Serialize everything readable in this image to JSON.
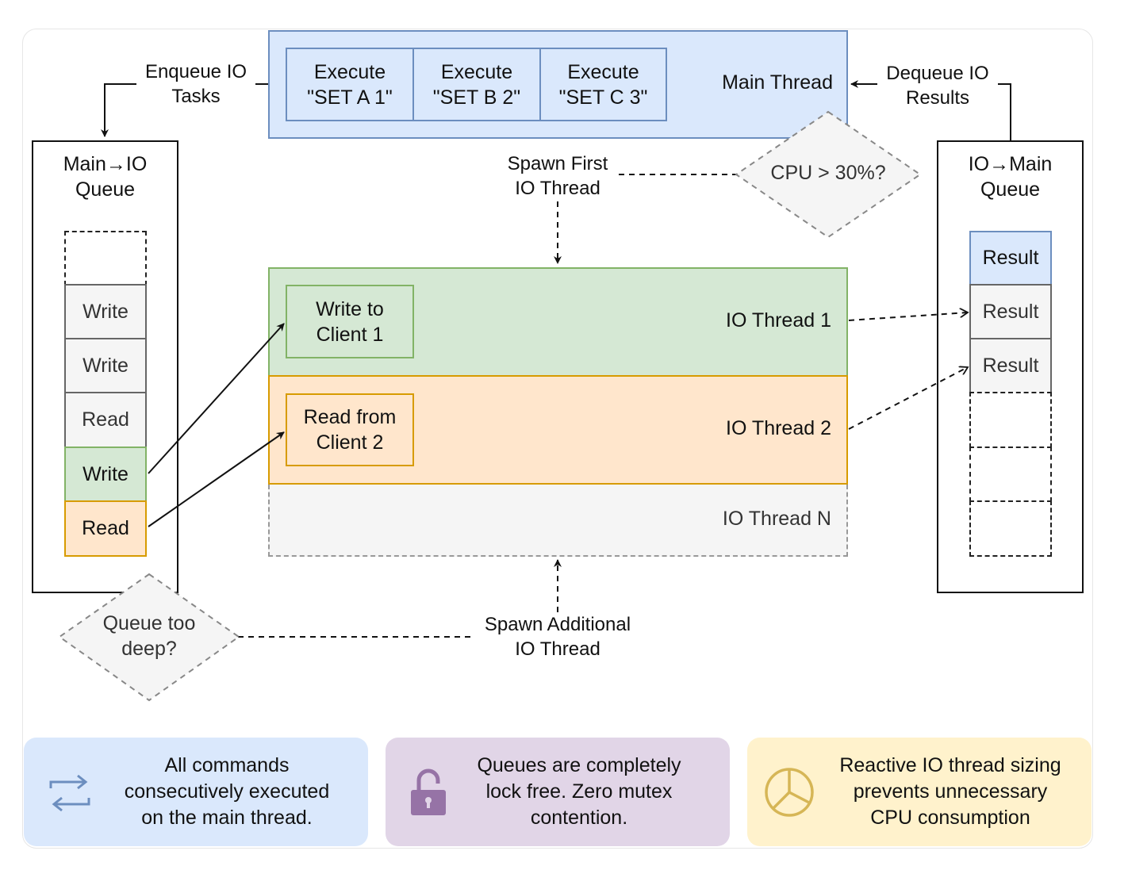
{
  "main_thread": {
    "label": "Main Thread",
    "tasks": [
      {
        "line1": "Execute",
        "line2": "\"SET A 1\""
      },
      {
        "line1": "Execute",
        "line2": "\"SET B 2\""
      },
      {
        "line1": "Execute",
        "line2": "\"SET C 3\""
      }
    ]
  },
  "left_queue": {
    "title_line1": "Main→IO",
    "title_line2": "Queue",
    "items": [
      "Write",
      "Write",
      "Read",
      "Write",
      "Read"
    ]
  },
  "right_queue": {
    "title_line1": "IO→Main",
    "title_line2": "Queue",
    "items": [
      "Result",
      "Result",
      "Result"
    ]
  },
  "edges": {
    "enqueue_line1": "Enqueue IO",
    "enqueue_line2": "Tasks",
    "dequeue_line1": "Dequeue IO",
    "dequeue_line2": "Results",
    "spawn_first_line1": "Spawn First",
    "spawn_first_line2": "IO Thread",
    "spawn_additional_line1": "Spawn Additional",
    "spawn_additional_line2": "IO Thread"
  },
  "decisions": {
    "cpu": "CPU > 30%?",
    "queue_line1": "Queue too",
    "queue_line2": "deep?"
  },
  "io_threads": {
    "thread1": {
      "label": "IO Thread 1",
      "task_line1": "Write to",
      "task_line2": "Client 1"
    },
    "thread2": {
      "label": "IO Thread 2",
      "task_line1": "Read from",
      "task_line2": "Client 2"
    },
    "threadN": {
      "label": "IO Thread N"
    }
  },
  "panels": [
    {
      "icon": "swap-arrows-icon",
      "line1": "All commands",
      "line2": "consecutively executed",
      "line3": "on the main thread."
    },
    {
      "icon": "unlocked-padlock-icon",
      "line1": "Queues are completely",
      "line2": "lock free. Zero mutex",
      "line3": "contention."
    },
    {
      "icon": "pie-chart-icon",
      "line1": "Reactive IO thread sizing",
      "line2": "prevents unnecessary",
      "line3": "CPU consumption"
    }
  ],
  "colors": {
    "blue_fill": "#dae8fc",
    "blue_stroke": "#6c8ebf",
    "green_fill": "#d5e8d4",
    "green_stroke": "#82b366",
    "orange_fill": "#ffe6cc",
    "orange_stroke": "#d79b00",
    "gray_fill": "#f5f5f5",
    "panel_blue": "#dae8fc",
    "panel_purple": "#e1d5e7",
    "panel_yellow": "#fff2cc"
  }
}
